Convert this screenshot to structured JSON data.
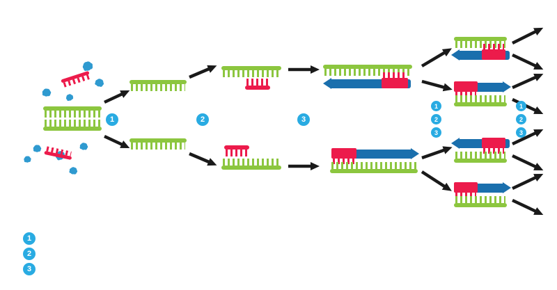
{
  "steps": [
    "1",
    "2",
    "3"
  ],
  "colors": {
    "background": "#ffffff",
    "strand_green": "#8cc63f",
    "primer_red": "#ec1b4b",
    "polymerase_blue": "#1a6fad",
    "enzyme_blue": "#2f9ad0",
    "marker_blue": "#29abe2",
    "arrow_black": "#1a1a1a"
  }
}
